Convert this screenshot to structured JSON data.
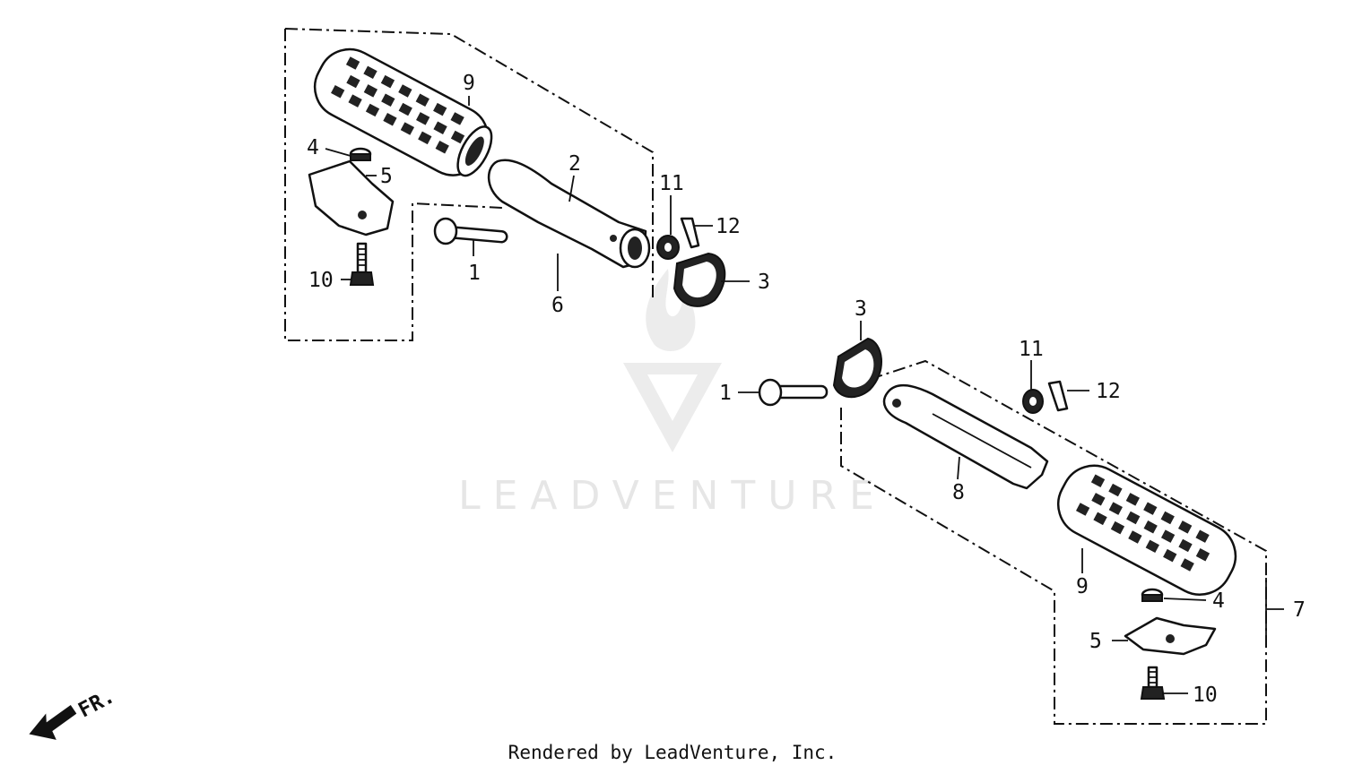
{
  "watermark": {
    "brand": "LEADVENTURE"
  },
  "footer": {
    "text": "Rendered by LeadVenture, Inc."
  },
  "direction_label": "FR.",
  "callouts": {
    "upper_group": {
      "grip_rubber": "9",
      "nut": "4",
      "holder": "5",
      "bolt": "10",
      "footpeg": "2",
      "pin": "1",
      "footpeg_assembly": "6",
      "washer": "11",
      "cotter_pin": "12",
      "spring": "3"
    },
    "lower_group": {
      "spring": "3",
      "pin": "1",
      "washer": "11",
      "cotter_pin": "12",
      "footpeg": "8",
      "grip_rubber": "9",
      "nut": "4",
      "footpeg_assembly": "7",
      "holder": "5",
      "bolt": "10"
    }
  },
  "colors": {
    "line": "#111111",
    "watermark": "#e6e6e6"
  }
}
